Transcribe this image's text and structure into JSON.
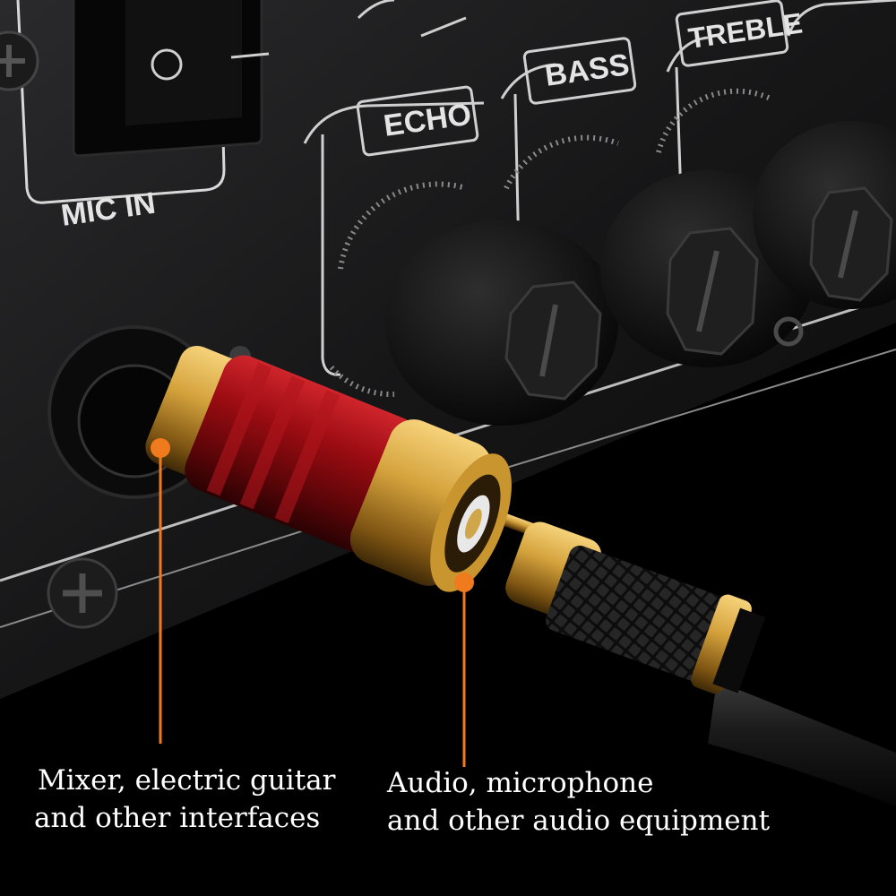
{
  "panel_labels": {
    "mic_in": "MIC IN",
    "echo": "ECHO",
    "bass": "BASS",
    "treble": "TREBLE"
  },
  "captions": {
    "left": {
      "line1": "Mixer, electric guitar",
      "line2": "and other interfaces"
    },
    "right": {
      "line1": "Audio, microphone",
      "line2": "and other audio equipment"
    }
  },
  "colors": {
    "background": "#000000",
    "accent_callout": "#f07a1e",
    "connector_red": "#8e0a10",
    "gold": "#d4a23c",
    "caption_text": "#ffffff"
  }
}
